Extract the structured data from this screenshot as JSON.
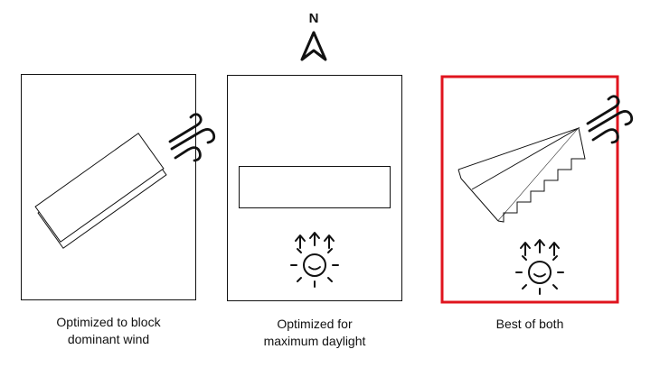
{
  "compass": {
    "label": "N",
    "icon": "north-arrow-icon"
  },
  "panels": [
    {
      "id": "wind",
      "caption_lines": [
        "Optimized to block",
        "dominant wind"
      ],
      "icon": "wind-icon",
      "highlighted": false
    },
    {
      "id": "daylight",
      "caption_lines": [
        "Optimized for",
        "maximum daylight"
      ],
      "icon": "sun-rays-icon",
      "highlighted": false
    },
    {
      "id": "both",
      "caption_lines": [
        "Best of both"
      ],
      "icons": [
        "wind-icon",
        "sun-rays-icon"
      ],
      "highlighted": true
    }
  ],
  "colors": {
    "highlight": "#e0141e",
    "stroke": "#111111",
    "background": "#ffffff"
  }
}
